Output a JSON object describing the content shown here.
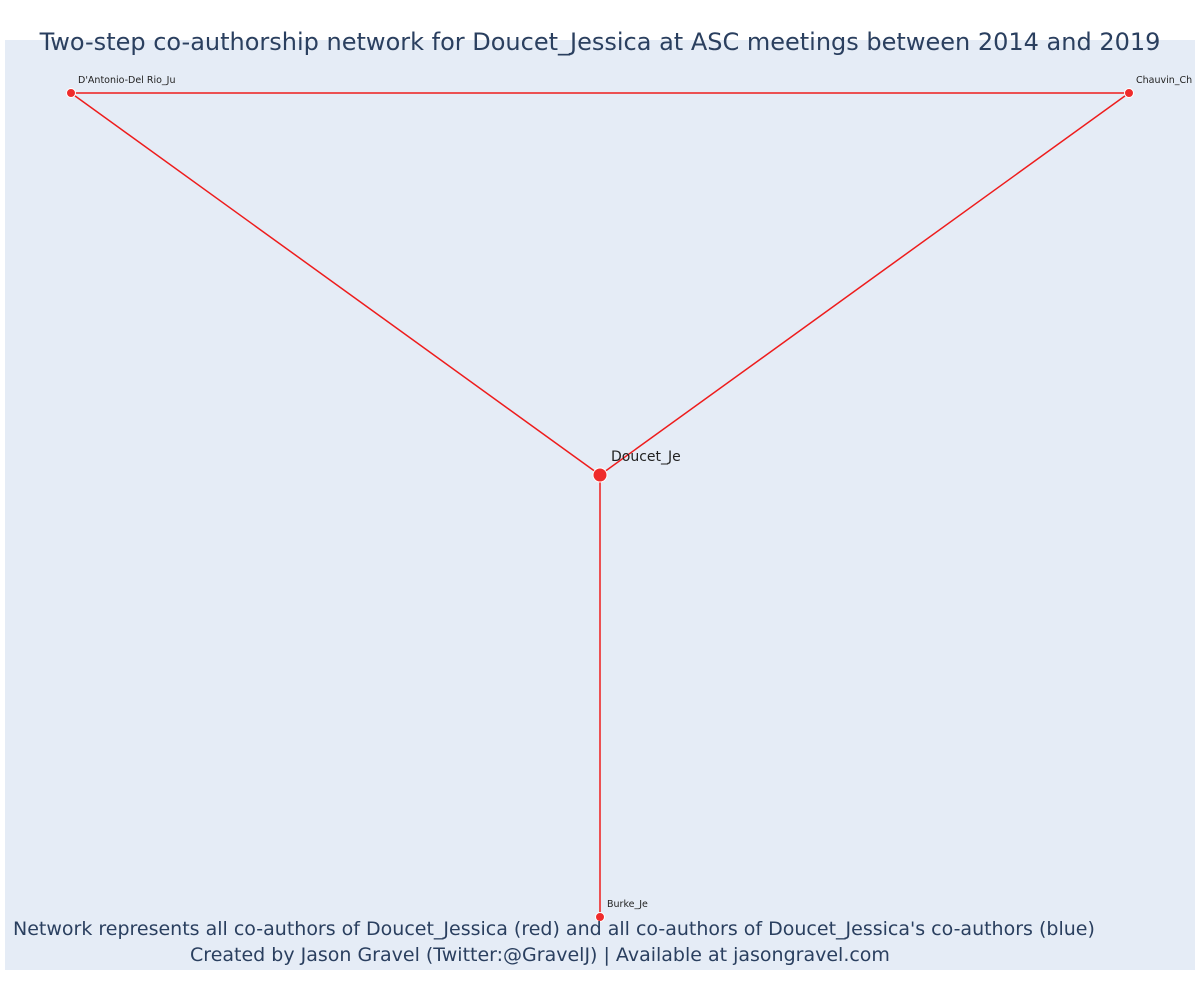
{
  "title": "Two-step co-authorship network for Doucet_Jessica at ASC meetings between 2014 and 2019",
  "caption": {
    "line1": "Network represents all co-authors of Doucet_Jessica (red) and all co-authors of Doucet_Jessica's co-authors (blue)",
    "line2": "Created by Jason Gravel (Twitter:@GravelJ) | Available at jasongravel.com"
  },
  "colors": {
    "background": "#e5ecf6",
    "edge": "#ee1c1c",
    "node_red": "#ef2b2b",
    "node_outline": "#ffffff",
    "label": "#222222"
  },
  "network": {
    "nodes": [
      {
        "id": "doucet",
        "label": "Doucet_Je",
        "group": "red",
        "focal": true
      },
      {
        "id": "dantonio",
        "label": "D'Antonio-Del Rio_Ju",
        "group": "red",
        "focal": false
      },
      {
        "id": "chauvin",
        "label": "Chauvin_Ch",
        "group": "red",
        "focal": false
      },
      {
        "id": "burke",
        "label": "Burke_Je",
        "group": "red",
        "focal": false
      }
    ],
    "edges": [
      {
        "source": "dantonio",
        "target": "chauvin"
      },
      {
        "source": "dantonio",
        "target": "doucet"
      },
      {
        "source": "chauvin",
        "target": "doucet"
      },
      {
        "source": "doucet",
        "target": "burke"
      }
    ]
  }
}
